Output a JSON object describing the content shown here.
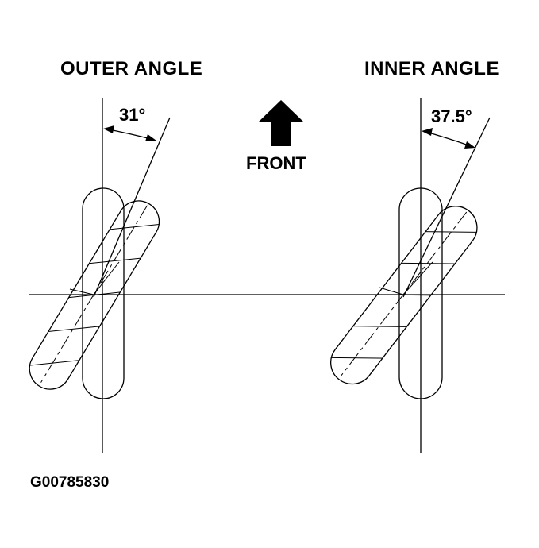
{
  "labels": {
    "outer_title": "OUTER ANGLE",
    "inner_title": "INNER ANGLE",
    "outer_angle": "31°",
    "inner_angle": "37.5°",
    "front": "FRONT",
    "figure_code": "G00785830"
  },
  "angles": {
    "outer_deg": 31,
    "inner_deg": 37.5
  }
}
